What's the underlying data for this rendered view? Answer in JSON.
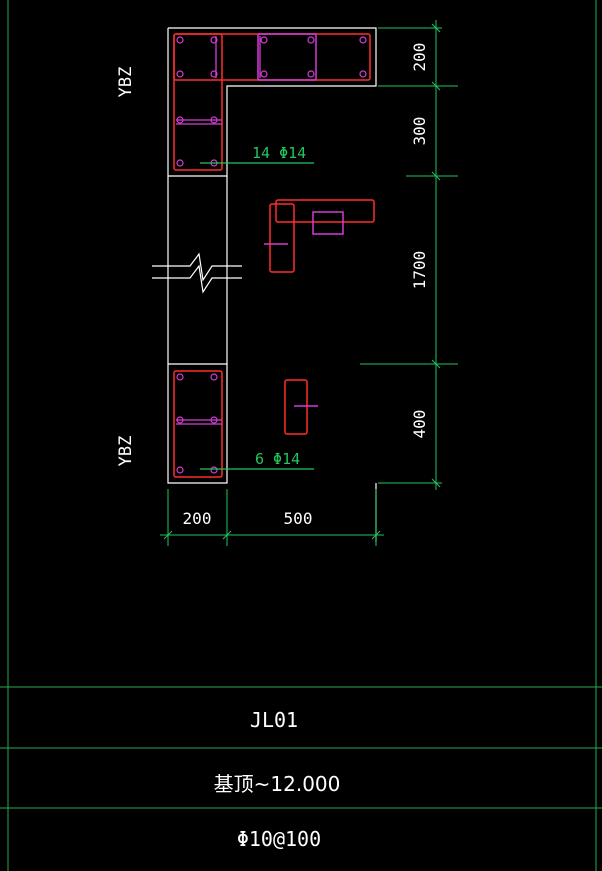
{
  "colors": {
    "background": "#000000",
    "white": "#ffffff",
    "green": "#22c55e",
    "red": "#ff2d2d",
    "magenta": "#d63cd6",
    "frame": "#2aa84a"
  },
  "section": {
    "label_top": "YBZ",
    "label_bottom": "YBZ",
    "rebar_top": "14 Φ14",
    "rebar_bottom": "6 Φ14"
  },
  "dimensions": {
    "right": [
      "200",
      "300",
      "1700",
      "400"
    ],
    "bottom": [
      "200",
      "500"
    ]
  },
  "table": {
    "rows": [
      "JL01",
      "基顶~12.000",
      "Φ10@100"
    ]
  }
}
